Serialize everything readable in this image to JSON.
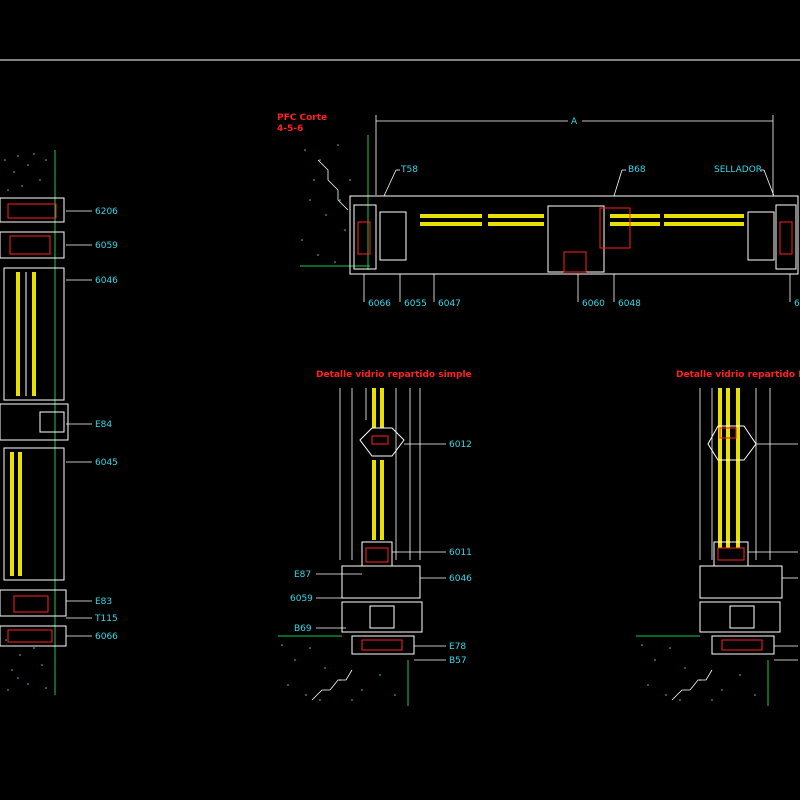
{
  "colors": {
    "background": "#000000",
    "profile": "#ffffff",
    "label": "#34d8e8",
    "title": "#ff2020",
    "glass": "#e8e000",
    "insulation": "#ff2020",
    "concrete": "#3ad0e0",
    "dimension": "#ffffff"
  },
  "drawing": {
    "section_title": "PFC Corte",
    "section_subtitle": "4-5-6",
    "dimension_label": "A",
    "detail_simple_title": "Detalle vidrio repartido simple",
    "detail_dvh_title": "Detalle vidrio repartido DVH"
  },
  "left_labels": [
    "6206",
    "6059",
    "6046",
    "E84",
    "6045",
    "E83",
    "T115",
    "6066"
  ],
  "plan_labels_top": [
    "T58",
    "B68",
    "SELLADOR"
  ],
  "plan_labels_bottom": [
    "6066",
    "6055",
    "6047",
    "6060",
    "6048",
    "6"
  ],
  "simple_labels": [
    "6012",
    "6011",
    "E87",
    "6046",
    "6059",
    "B69",
    "E78",
    "B57"
  ]
}
